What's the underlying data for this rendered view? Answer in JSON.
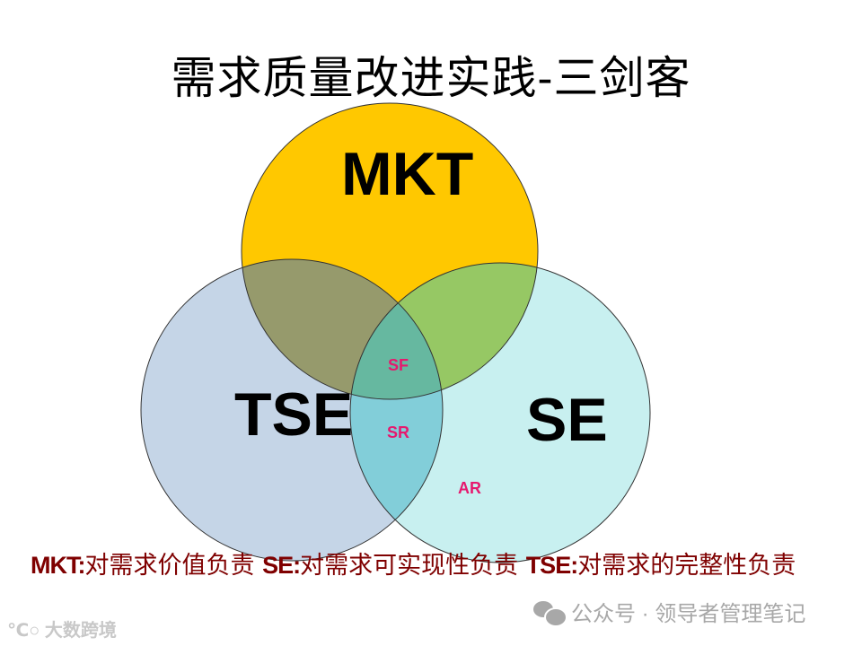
{
  "title": "需求质量改进实践-三剑客",
  "colors": {
    "mkt": "#FFC800",
    "tse": "#C5D5E7",
    "se": "#C8F0F0",
    "mkt_tse": "#969A6C",
    "mkt_se": "#96C864",
    "center": "#66B8A0",
    "tse_se": "#82CED9",
    "small_label": "#E6196E",
    "caption": "#7F0000"
  },
  "circles": {
    "mkt": {
      "label": "MKT"
    },
    "tse": {
      "label": "TSE"
    },
    "se": {
      "label": "SE"
    }
  },
  "regions": {
    "sf": "SF",
    "sr": "SR",
    "ar": "AR"
  },
  "caption": {
    "mkt_key": "MKT:",
    "mkt_text": "对需求价值负责",
    "se_key": "SE:",
    "se_text": "对需求可实现性负责",
    "tse_key": "TSE:",
    "tse_text": "对需求的完整性负责"
  },
  "watermarks": {
    "left": "大数跨境",
    "right": "公众号 · 领导者管理笔记"
  }
}
